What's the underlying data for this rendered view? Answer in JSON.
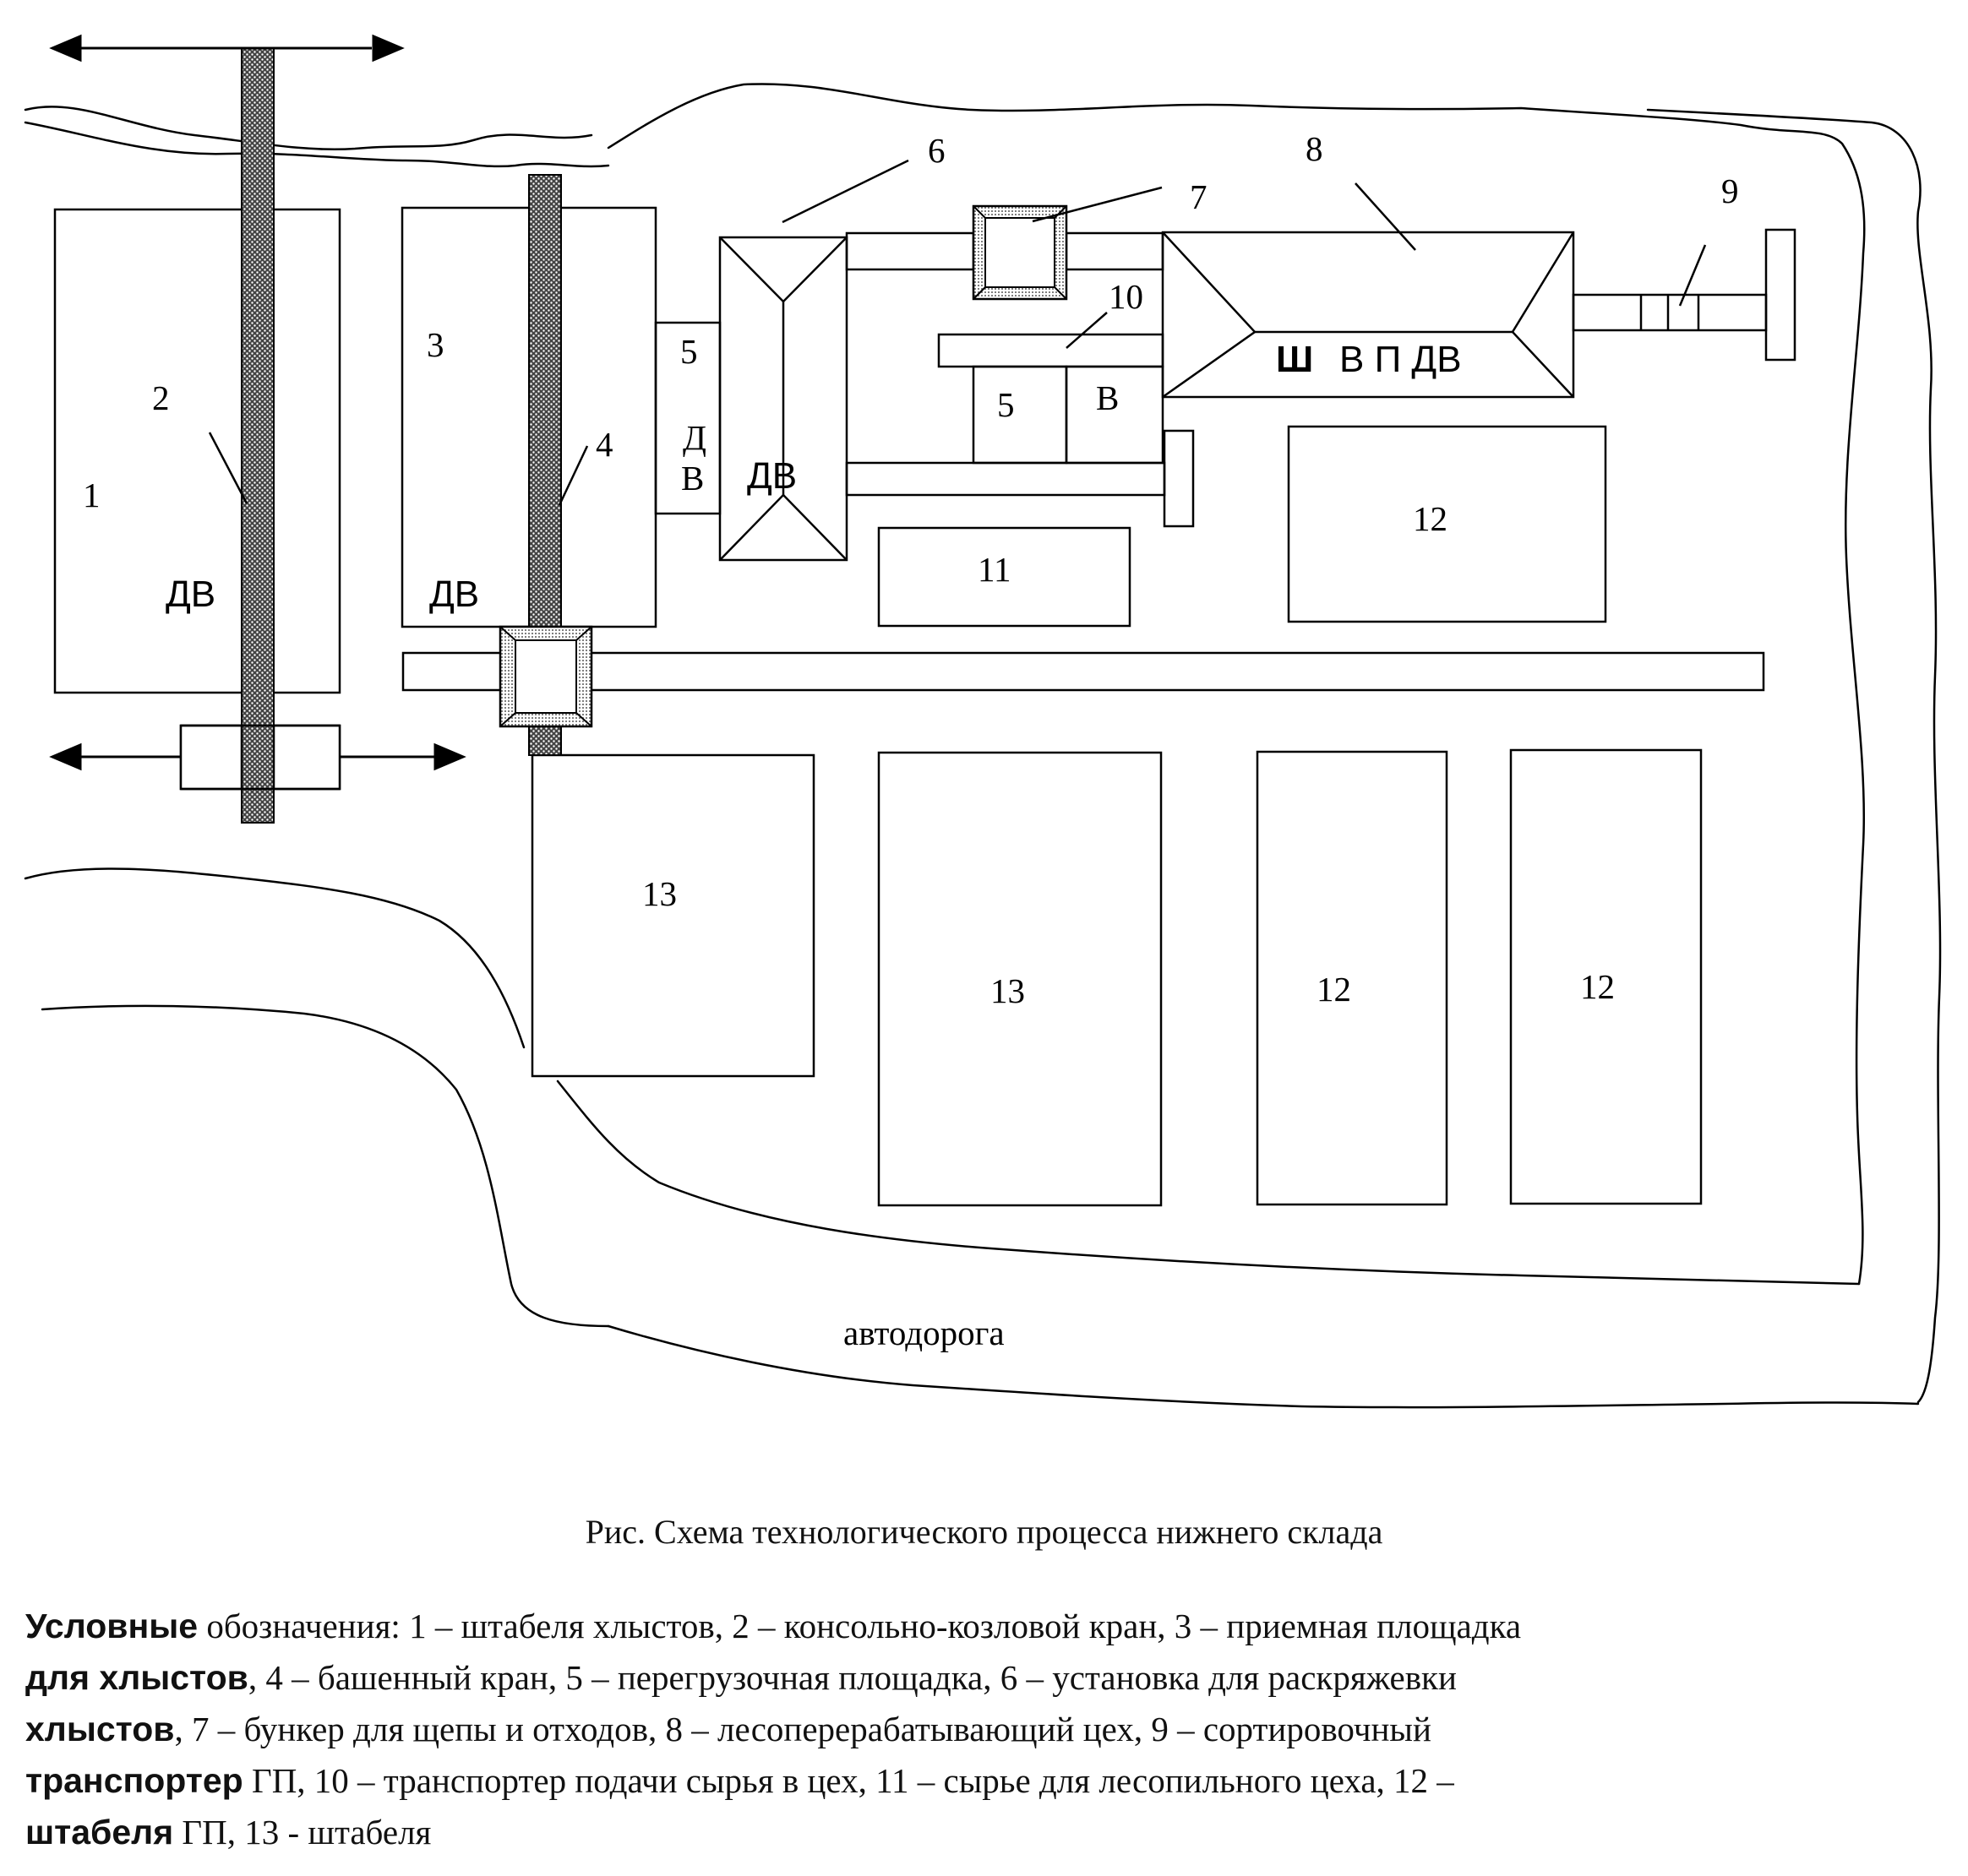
{
  "diagram": {
    "labels": {
      "n1": "1",
      "n2": "2",
      "n3": "3",
      "n4": "4",
      "n5a": "5",
      "n5b": "5",
      "n6": "6",
      "n7": "7",
      "n8": "8",
      "n9": "9",
      "n10": "10",
      "n11": "11",
      "n12a": "12",
      "n12b": "12",
      "n12c": "12",
      "n13a": "13",
      "n13b": "13",
      "dv_left": "ДВ",
      "dv_center": "ДВ",
      "dv_bucking": "ДВ",
      "d_vert": "Д",
      "v_vert": "В",
      "v_small": "В",
      "mill_sh": "Ш",
      "mill_vpdv": "В П ДВ",
      "road": "автодорога"
    }
  },
  "caption": "Рис. Схема технологического процесса нижнего склада",
  "legend": {
    "lines": [
      {
        "bold": "Условные",
        "rest": " обозначения: 1 – штабеля хлыстов, 2 – консольно-козловой кран, 3 – приемная площадка"
      },
      {
        "bold": "для хлыстов",
        "rest": ", 4 – башенный кран, 5 – перегрузочная площадка, 6 – установка для раскряжевки"
      },
      {
        "bold": "хлыстов",
        "rest": ", 7 – бункер для щепы и отходов, 8 – лесоперерабатывающий цех, 9 – сортировочный"
      },
      {
        "bold": "транспортер",
        "rest": " ГП, 10 – транспортер подачи сырья в цех, 11 – сырье для лесопильного цеха, 12 –"
      },
      {
        "bold": "штабеля",
        "rest": " ГП, 13 - штабеля"
      }
    ]
  }
}
